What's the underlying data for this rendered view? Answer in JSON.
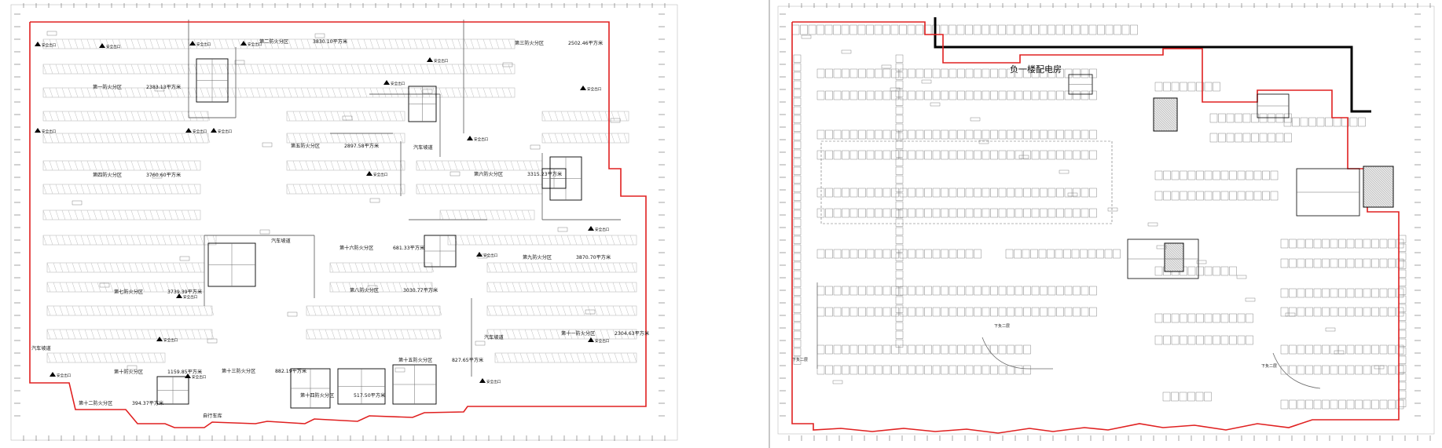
{
  "colors": {
    "boundary": "#e02020",
    "wall": "#000000",
    "line": "#6a6a6a",
    "faint": "#bdbdbd",
    "hatch": "#8c8c8c",
    "background": "#ffffff"
  },
  "left_plan": {
    "zones": [
      {
        "name": "第一防火分区",
        "area": "2383.13平方米"
      },
      {
        "name": "第二防火分区",
        "area": "3830.10平方米"
      },
      {
        "name": "第三防火分区",
        "area": "2502.46平方米"
      },
      {
        "name": "第四防火分区",
        "area": "3760.60平方米"
      },
      {
        "name": "第五防火分区",
        "area": "2897.58平方米"
      },
      {
        "name": "第六防火分区",
        "area": "3315.23平方米"
      },
      {
        "name": "第十六防火分区",
        "area": "681.33平方米"
      },
      {
        "name": "第九防火分区",
        "area": "3870.70平方米"
      },
      {
        "name": "第七防火分区",
        "area": "3739.39平方米"
      },
      {
        "name": "第八防火分区",
        "area": "3030.77平方米"
      },
      {
        "name": "第十一防火分区",
        "area": "2304.63平方米"
      },
      {
        "name": "第十防火分区",
        "area": "1159.85平方米"
      },
      {
        "name": "第十三防火分区",
        "area": "882.19平方米"
      },
      {
        "name": "第十五防火分区",
        "area": "827.65平方米"
      },
      {
        "name": "第十二防火分区",
        "area": "394.37平方米"
      },
      {
        "name": "第十四防火分区",
        "area": "517.50平方米"
      }
    ],
    "labels": {
      "exit": "安全出口",
      "ramp": "汽车坡道",
      "bike": "自行车库"
    }
  },
  "right_plan": {
    "room_label": "负一楼配电房",
    "ramp_down_1": "下负二层",
    "ramp_down_2": "下负二层",
    "ramp_down_3": "下负二层"
  }
}
